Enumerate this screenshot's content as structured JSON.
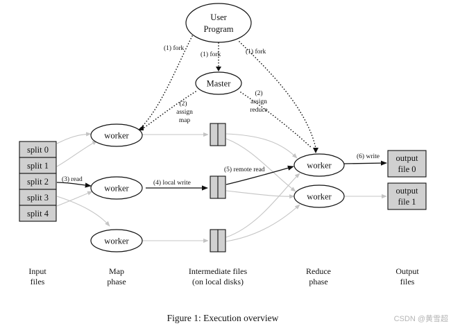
{
  "diagram": {
    "user_program": [
      "User",
      "Program"
    ],
    "master": "Master",
    "worker": "worker",
    "splits": [
      "split 0",
      "split 1",
      "split 2",
      "split 3",
      "split 4"
    ],
    "output_files": [
      [
        "output",
        "file 0"
      ],
      [
        "output",
        "file 1"
      ]
    ],
    "edge_labels": {
      "fork_left": "(1) fork",
      "fork_mid": "(1) fork",
      "fork_right": "(1) fork",
      "assign_map": [
        "(2)",
        "assign",
        "map"
      ],
      "assign_reduce": [
        "(2)",
        "assign",
        "reduce"
      ],
      "read": "(3) read",
      "local_write": "(4) local write",
      "remote_read": "(5) remote read",
      "write": "(6) write"
    },
    "phases": {
      "input": [
        "Input",
        "files"
      ],
      "map": [
        "Map",
        "phase"
      ],
      "intermediate": [
        "Intermediate files",
        "(on local disks)"
      ],
      "reduce": [
        "Reduce",
        "phase"
      ],
      "output": [
        "Output",
        "files"
      ]
    },
    "caption": "Figure 1: Execution overview",
    "watermark": "CSDN @黄雪超"
  }
}
